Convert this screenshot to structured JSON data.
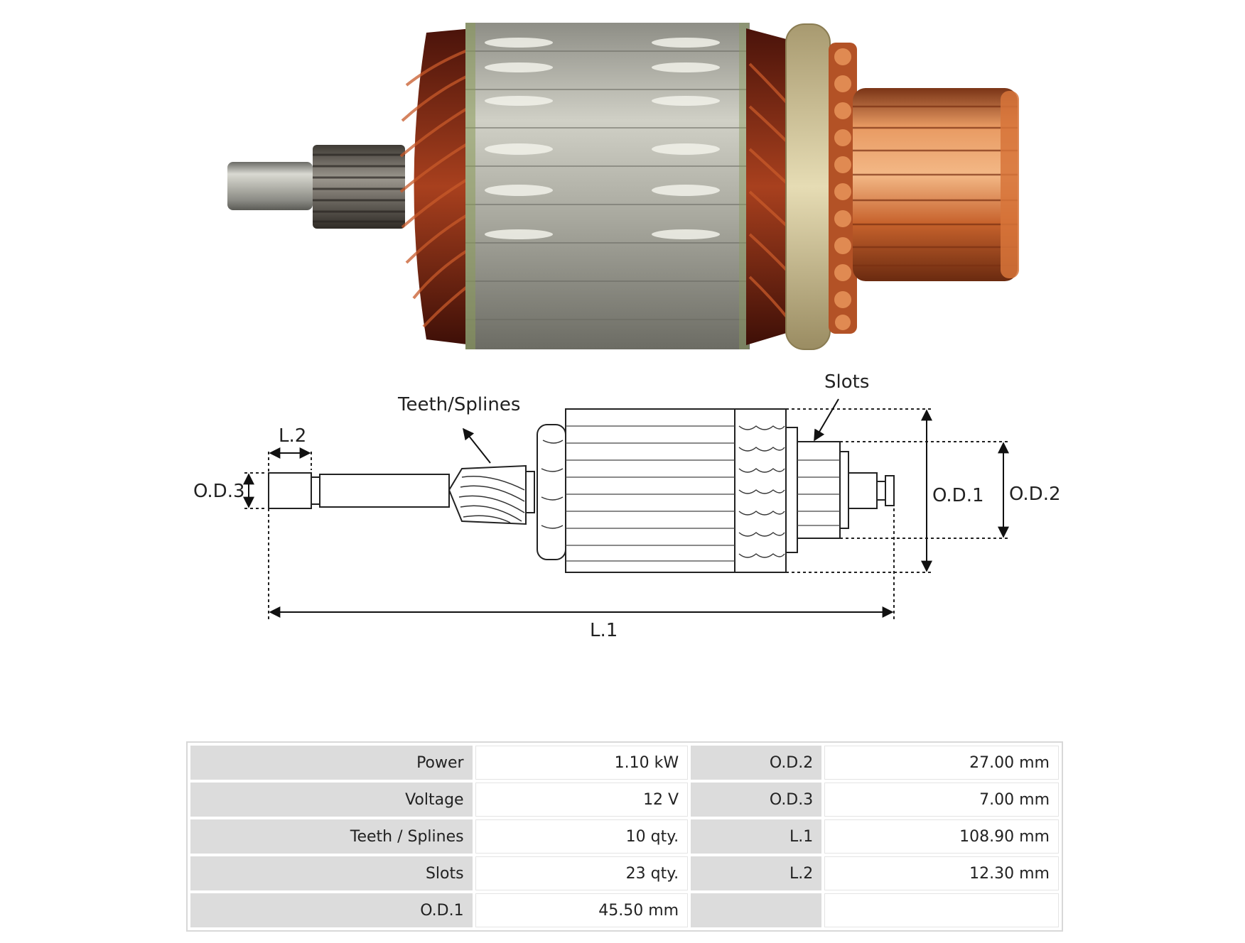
{
  "diagram": {
    "labels": {
      "slots": "Slots",
      "teeth": "Teeth/Splines",
      "l2": "L.2",
      "od3": "O.D.3",
      "od1": "O.D.1",
      "od2": "O.D.2",
      "l1": "L.1"
    }
  },
  "specs": {
    "rows": [
      {
        "k1": "Power",
        "v1": "1.10 kW",
        "k2": "O.D.2",
        "v2": "27.00 mm"
      },
      {
        "k1": "Voltage",
        "v1": "12 V",
        "k2": "O.D.3",
        "v2": "7.00 mm"
      },
      {
        "k1": "Teeth / Splines",
        "v1": "10 qty.",
        "k2": "L.1",
        "v2": "108.90 mm"
      },
      {
        "k1": "Slots",
        "v1": "23 qty.",
        "k2": "L.2",
        "v2": "12.30 mm"
      },
      {
        "k1": "O.D.1",
        "v1": "45.50 mm",
        "k2": "",
        "v2": ""
      }
    ]
  },
  "colors": {
    "copper_wire": "#8a2a12",
    "commutator": "#d4733a",
    "steel": "#c8c8c0",
    "table_label_bg": "#dcdcdc"
  }
}
